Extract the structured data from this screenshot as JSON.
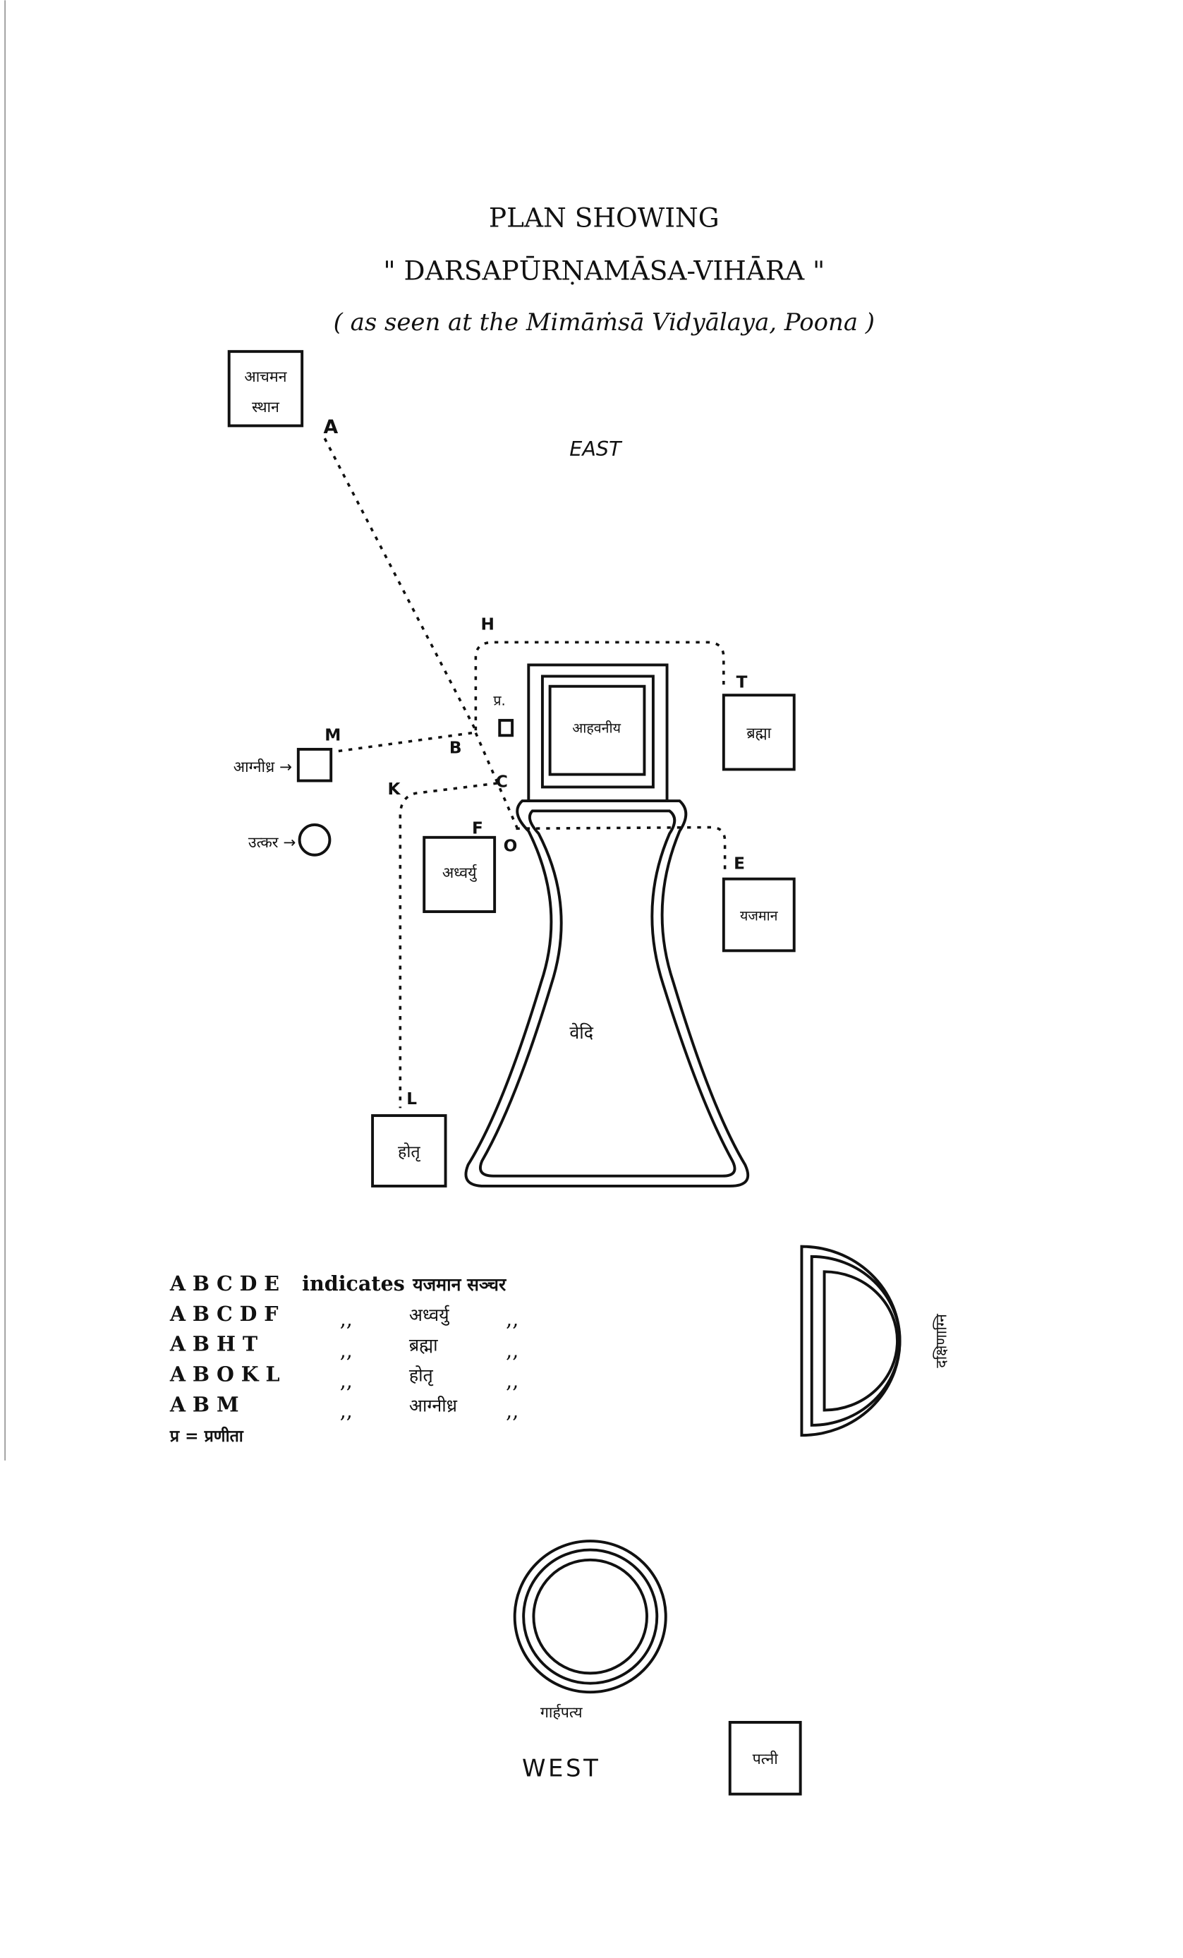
{
  "title": {
    "line1": "PLAN SHOWING",
    "line2": "\" DARSAPŪRṆAMĀSA-VIHĀRA \"",
    "line3": "( as seen at the Mimāṁsā Vidyālaya, Poona )"
  },
  "directions": {
    "east": "EAST",
    "west": "WEST"
  },
  "points": {
    "A": "A",
    "B": "B",
    "C": "C",
    "E": "E",
    "F": "F",
    "H": "H",
    "K": "K",
    "L": "L",
    "M": "M",
    "O": "O",
    "T": "T"
  },
  "places": {
    "achamana_1": "आचमन",
    "achamana_2": "स्थान",
    "ahavaniya": "आहवनीय",
    "brahma": "ब्रह्मा",
    "yajamana": "यजमान",
    "adhvaryu": "अध्वर्यु",
    "hotr": "होतृ",
    "agnidhra": "आग्नीध्र →",
    "utkara": "उत्कर →",
    "pranita": "प्र.",
    "vedi": "वेदि",
    "dakshinagni": "दक्षिणाग्नि",
    "garhapatya": "गार्हपत्य",
    "patni": "पत्नी"
  },
  "legend": [
    {
      "path": "A B C D E",
      "sep": "indicates",
      "who": "यजमान सञ्चर",
      "ditto": ""
    },
    {
      "path": "A B C D F",
      "sep": ",,",
      "who": "अध्वर्यु",
      "ditto": ",,"
    },
    {
      "path": "A B H T",
      "sep": ",,",
      "who": "ब्रह्मा",
      "ditto": ",,"
    },
    {
      "path": "A B O K L",
      "sep": ",,",
      "who": "होतृ",
      "ditto": ",,"
    },
    {
      "path": "A B M",
      "sep": ",,",
      "who": "आग्नीध्र",
      "ditto": ",,"
    }
  ],
  "legend_note": "प्र = प्रणीता"
}
